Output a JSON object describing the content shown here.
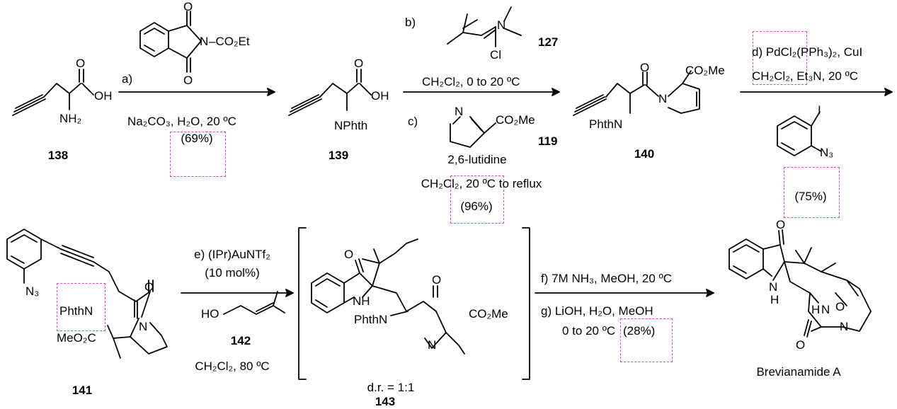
{
  "compounds": {
    "c138": {
      "id": "138"
    },
    "c139": {
      "id": "139"
    },
    "c140": {
      "id": "140"
    },
    "c141": {
      "id": "141"
    },
    "c143": {
      "id": "143",
      "dr": "d.r. = 1:1"
    },
    "c127": {
      "id": "127"
    },
    "c119": {
      "id": "119"
    },
    "c142": {
      "id": "142"
    },
    "final": {
      "name": "Brevianamide A"
    }
  },
  "atoms": {
    "O": "O",
    "N": "N",
    "OH": "OH",
    "HO": "HO",
    "Cl": "Cl",
    "I": "I",
    "NH": "NH",
    "H": "H",
    "NH2": "NH₂",
    "N3": "N₃",
    "NPhth": "NPhth",
    "PhthN": "PhthN",
    "CO2Et": "–CO₂Et",
    "CO2Me": "CO₂Me",
    "MeO2C": "MeO₂C"
  },
  "steps": {
    "a": {
      "label": "a)",
      "conditions": "Na₂CO₃, H₂O, 20 ºC",
      "yield": "(69%)"
    },
    "b": {
      "label": "b)",
      "conditions": "CH₂Cl₂, 0 to 20 ºC"
    },
    "c": {
      "label": "c)",
      "reagent": "2,6-lutidine",
      "conditions": "CH₂Cl₂, 20 ºC to reflux",
      "yield": "(96%)"
    },
    "d": {
      "line1": "d) PdCl₂(PPh₃)₂, CuI",
      "line2": "CH₂Cl₂, Et₃N, 20 ºC",
      "yield": "(75%)"
    },
    "e": {
      "line1": "e) (IPr)AuNTf₂",
      "line2": "(10 mol%)",
      "conditions": "CH₂Cl₂, 80 ºC"
    },
    "f": {
      "line1": "f) 7M NH₃, MeOH, 20 ºC"
    },
    "g": {
      "line1": "g) LiOH, H₂O, MeOH",
      "line2": "0 to 20 ºC",
      "yield": "(28%)"
    }
  },
  "colors": {
    "highlight": "#e040e0",
    "ink": "#000000"
  }
}
